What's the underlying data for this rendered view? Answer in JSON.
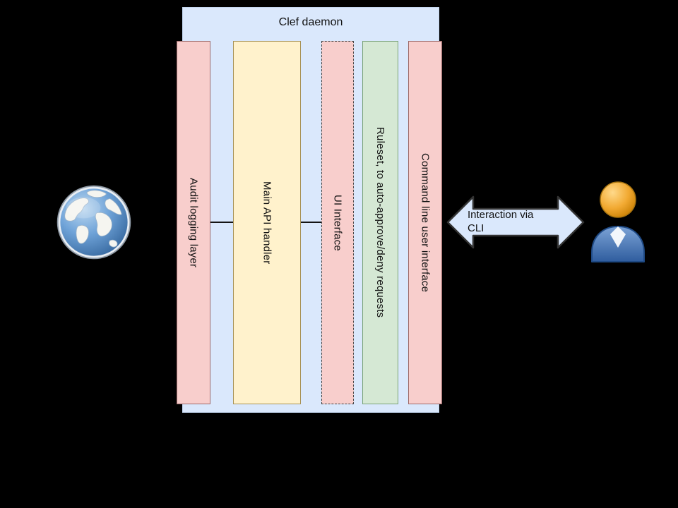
{
  "diagram": {
    "container": {
      "title": "Clef daemon",
      "fill": "#dae8fc"
    },
    "bars": [
      {
        "label": "Audit logging layer",
        "fill": "#f8cecc",
        "border_style": "solid"
      },
      {
        "label": "Main API handler",
        "fill": "#fff2cc",
        "border_style": "solid"
      },
      {
        "label": "UI Interface",
        "fill": "#f8cecc",
        "border_style": "dashed"
      },
      {
        "label": "Ruleset, to auto-approve/deny requests",
        "fill": "#d5e8d4",
        "border_style": "solid"
      },
      {
        "label": "Command line user interface",
        "fill": "#f8cecc",
        "border_style": "solid"
      }
    ],
    "arrow": {
      "label": "Interaction via CLI",
      "fill": "#dae8fc",
      "direction": "double-headed-horizontal"
    },
    "icons": {
      "left": "globe-icon",
      "right": "user-icon"
    },
    "colors": {
      "background": "#000000",
      "container_fill": "#dae8fc",
      "pink_fill": "#f8cecc",
      "yellow_fill": "#fff2cc",
      "green_fill": "#d5e8d4"
    }
  }
}
